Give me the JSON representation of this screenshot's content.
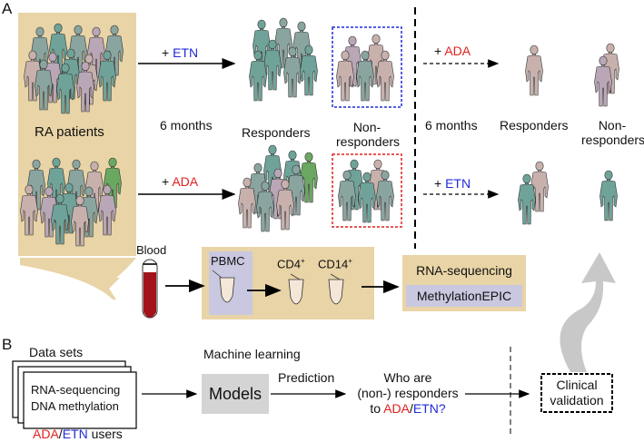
{
  "panel_a_label": "A",
  "panel_b_label": "B",
  "patients_label": "RA patients",
  "plus": "+",
  "etn": "ETN",
  "ada": "ADA",
  "six_months_1": "6 months",
  "six_months_2": "6 months",
  "responders_1": "Responders",
  "nonresponders_1_line1": "Non-",
  "nonresponders_1_line2": "responders",
  "responders_2": "Responders",
  "nonresponders_2_line1": "Non-",
  "nonresponders_2_line2": "responders",
  "blood": "Blood",
  "pbmc": "PBMC",
  "cd4": "CD4",
  "cd14": "CD14",
  "cd_sup": "+",
  "rna_seq": "RNA-sequencing",
  "methylation_epic": "MethylationEPIC",
  "datasets": "Data sets",
  "ds_line1": "RNA-sequencing",
  "ds_line2": "DNA methylation",
  "users_ada": "ADA",
  "users_slash": "/",
  "users_etn": "ETN",
  "users_suffix": " users",
  "machine_learning": "Machine learning",
  "models": "Models",
  "prediction": "Prediction",
  "who_line1": "Who are",
  "who_line2": "(non-) responders",
  "who_line3_prefix": "to ",
  "who_line3_slash": "/",
  "who_line3_suffix": "?",
  "clinical_line1": "Clinical",
  "clinical_line2": "validation",
  "colors": {
    "beige": "#e8d4a6",
    "teal": "#6fa39a",
    "gray_teal": "#8aa5a0",
    "mauve": "#b9a6b6",
    "pink": "#c8b1ad",
    "green": "#6aa861",
    "lavender": "#c9c8e0",
    "red": "#e21f1f",
    "blue": "#1f2ad6"
  }
}
